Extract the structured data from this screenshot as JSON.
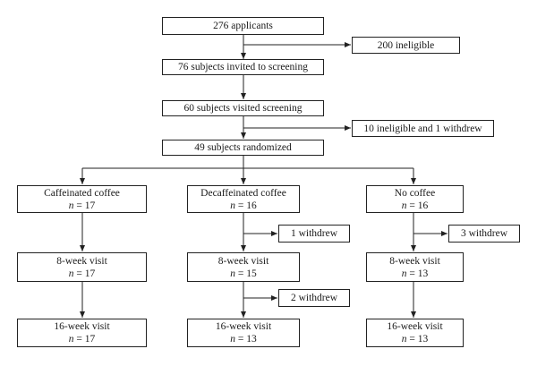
{
  "screening": {
    "applicants": "276 applicants",
    "ineligible": "200 ineligible",
    "invited": "76 subjects invited to screening",
    "visited": "60 subjects visited screening",
    "ineligible_withdrew": "10 ineligible and 1 withdrew",
    "randomized": "49 subjects randomized"
  },
  "n_symbol": "n",
  "arms": [
    {
      "label": "Caffeinated coffee",
      "n": "= 17",
      "week8": {
        "label": "8-week visit",
        "n": "= 17"
      },
      "week16": {
        "label": "16-week visit",
        "n": "= 17"
      }
    },
    {
      "label": "Decaffeinated coffee",
      "n": "= 16",
      "withdrew_before_8": "1 withdrew",
      "week8": {
        "label": "8-week visit",
        "n": "= 15"
      },
      "withdrew_before_16": "2 withdrew",
      "week16": {
        "label": "16-week visit",
        "n": "= 13"
      }
    },
    {
      "label": "No coffee",
      "n": "= 16",
      "withdrew_before_8": "3 withdrew",
      "week8": {
        "label": "8-week visit",
        "n": "= 13"
      },
      "week16": {
        "label": "16-week visit",
        "n": "= 13"
      }
    }
  ]
}
